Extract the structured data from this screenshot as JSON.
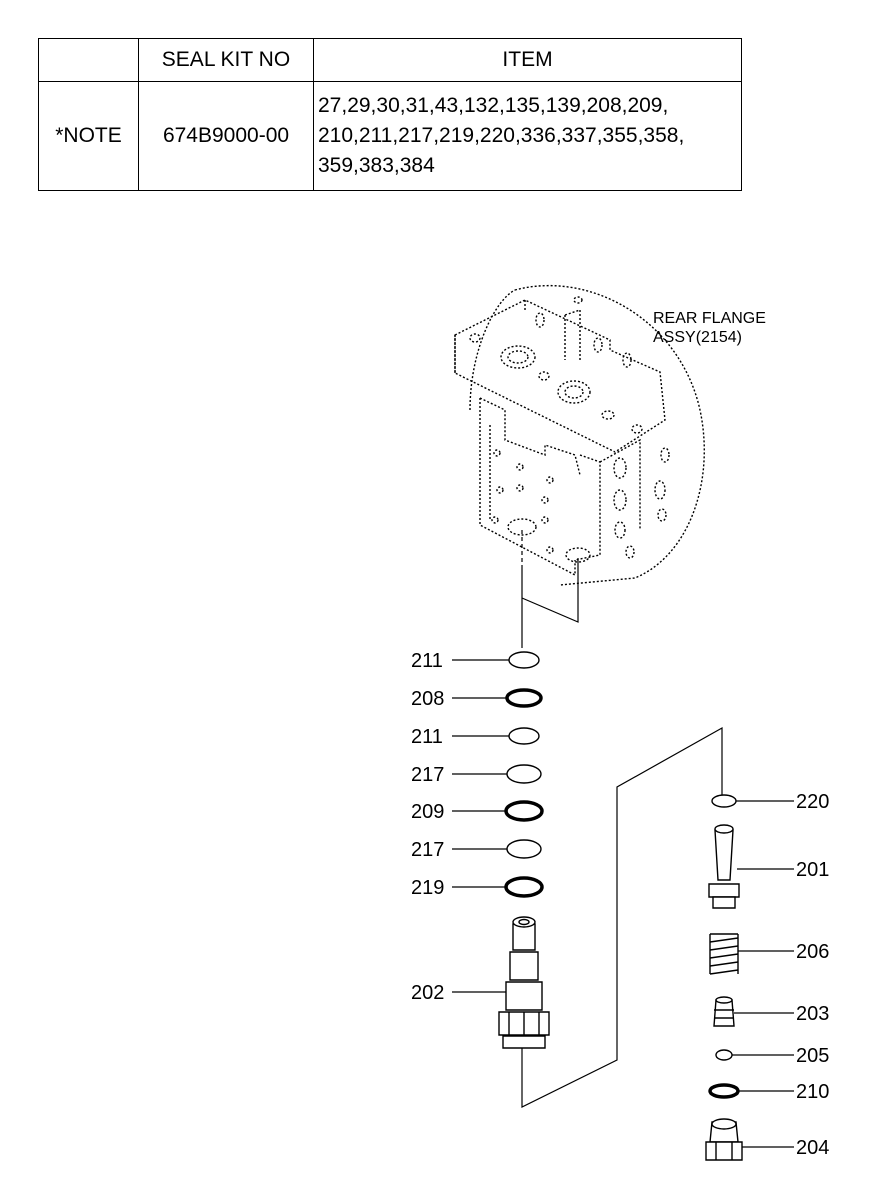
{
  "table": {
    "headers": [
      "",
      "SEAL KIT NO",
      "ITEM"
    ],
    "row": {
      "note": "*NOTE",
      "kit_no": "674B9000-00",
      "items_lines": [
        "27,29,30,31,43,132,135,139,208,209,",
        "210,211,217,219,220,336,337,355,358,",
        "359,383,384"
      ]
    }
  },
  "assembly_label": {
    "line1": "REAR FLANGE",
    "line2": "ASSY(2154)"
  },
  "callouts_left": [
    "211",
    "208",
    "211",
    "217",
    "209",
    "217",
    "219",
    "202"
  ],
  "callouts_right": [
    "220",
    "201",
    "206",
    "203",
    "205",
    "210",
    "204"
  ]
}
